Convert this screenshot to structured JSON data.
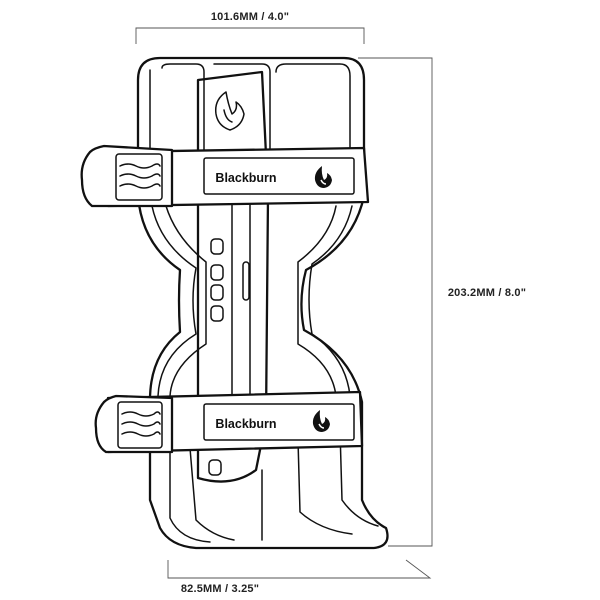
{
  "dimensions": {
    "width_label": "101.6MM / 4.0\"",
    "height_label": "203.2MM / 8.0\"",
    "depth_label": "82.5MM / 3.25\""
  },
  "straps": {
    "top_brand": "Blackburn",
    "bottom_brand": "Blackburn"
  },
  "colors": {
    "line": "#111111",
    "dimension_line": "#555555",
    "background": "#ffffff"
  },
  "icons": [
    "blackburn-flame-logo-icon"
  ]
}
